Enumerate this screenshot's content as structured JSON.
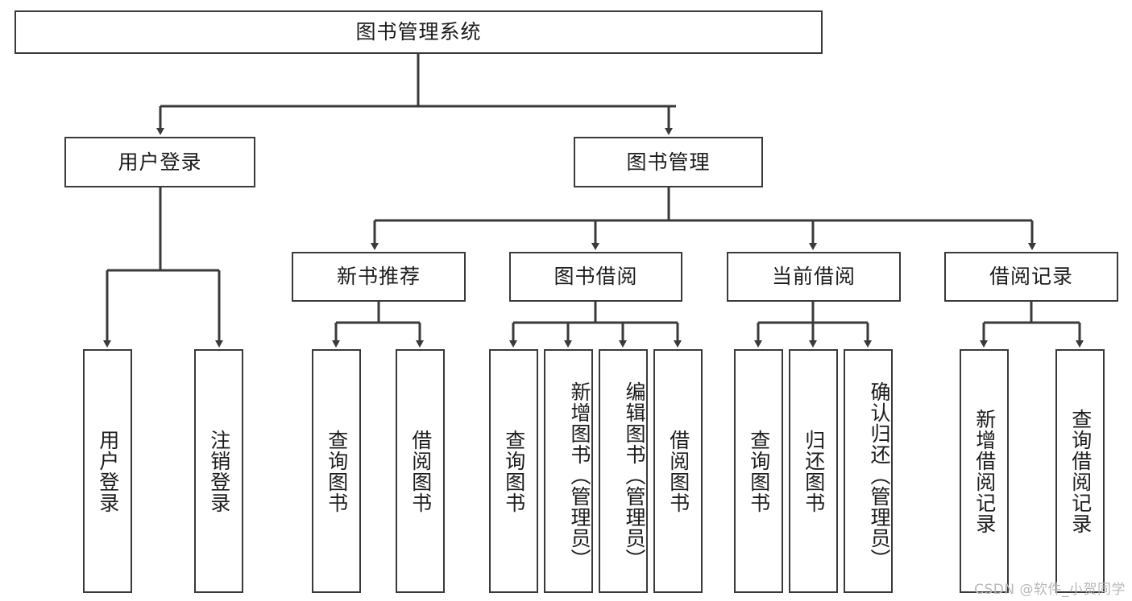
{
  "diagram": {
    "type": "tree-hierarchy",
    "title": "图书管理系统",
    "orientation": "top-down",
    "line_color": "#3a3a3a",
    "box_fill": "#ffffff",
    "text_color": "#1c1c1c",
    "nodes": {
      "root": {
        "label": "图书管理系统",
        "level": 1
      },
      "l2": [
        {
          "id": "user-login",
          "label": "用户登录",
          "level": 2
        },
        {
          "id": "book-manage",
          "label": "图书管理",
          "level": 2
        }
      ],
      "l3": [
        {
          "id": "new-book-rec",
          "label": "新书推荐",
          "level": 3,
          "parent": "book-manage"
        },
        {
          "id": "book-borrow",
          "label": "图书借阅",
          "level": 3,
          "parent": "book-manage"
        },
        {
          "id": "current-borrow",
          "label": "当前借阅",
          "level": 3,
          "parent": "book-manage"
        },
        {
          "id": "borrow-record",
          "label": "借阅记录",
          "level": 3,
          "parent": "book-manage"
        }
      ],
      "leaves": [
        {
          "id": "leaf-user-login",
          "label": "用户登录",
          "parent": "user-login"
        },
        {
          "id": "leaf-logout",
          "label": "注销登录",
          "parent": "user-login"
        },
        {
          "id": "leaf-query-book-1",
          "label": "查询图书",
          "parent": "new-book-rec"
        },
        {
          "id": "leaf-borrow-book-1",
          "label": "借阅图书",
          "parent": "new-book-rec"
        },
        {
          "id": "leaf-query-book-2",
          "label": "查询图书",
          "parent": "book-borrow"
        },
        {
          "id": "leaf-add-book",
          "label": "新增图书（管理员）",
          "parent": "book-borrow"
        },
        {
          "id": "leaf-edit-book",
          "label": "编辑图书（管理员）",
          "parent": "book-borrow"
        },
        {
          "id": "leaf-borrow-book-2",
          "label": "借阅图书",
          "parent": "book-borrow"
        },
        {
          "id": "leaf-query-book-3",
          "label": "查询图书",
          "parent": "current-borrow"
        },
        {
          "id": "leaf-return-book",
          "label": "归还图书",
          "parent": "current-borrow"
        },
        {
          "id": "leaf-confirm-return",
          "label": "确认归还（管理员）",
          "parent": "current-borrow"
        },
        {
          "id": "leaf-add-record",
          "label": "新增借阅记录",
          "parent": "borrow-record"
        },
        {
          "id": "leaf-query-record",
          "label": "查询借阅记录",
          "parent": "borrow-record"
        }
      ]
    },
    "watermark": "CSDN @软件_小贺同学"
  }
}
